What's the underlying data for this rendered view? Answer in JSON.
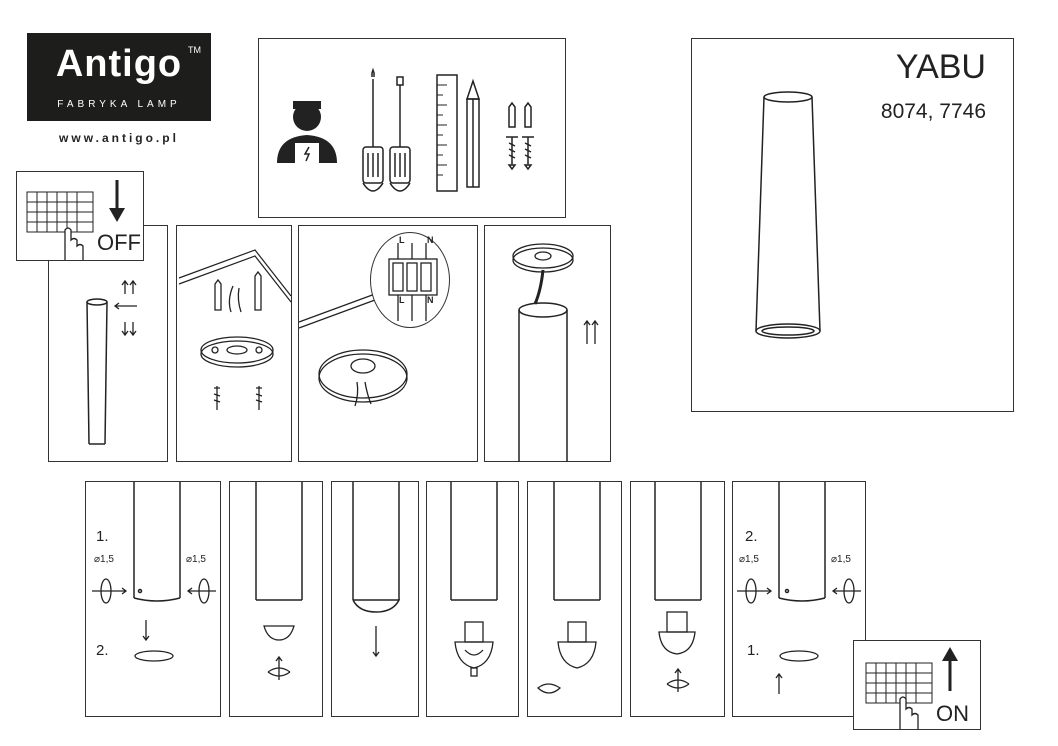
{
  "brand": {
    "name": "Antigo",
    "trademark": "TM",
    "subtitle": "FABRYKA LAMP",
    "url": "www.antigo.pl"
  },
  "product": {
    "name": "YABU",
    "codes": "8074, 7746"
  },
  "switch": {
    "off_label": "OFF",
    "on_label": "ON"
  },
  "terminals": {
    "live": "L",
    "neutral": "N"
  },
  "steps": {
    "step_one": "1.",
    "step_two": "2.",
    "screw_size": "⌀1,5"
  }
}
